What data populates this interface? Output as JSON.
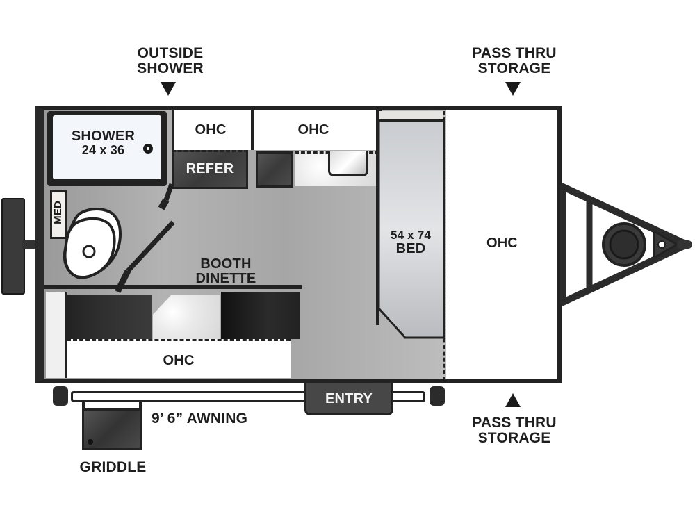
{
  "callouts": {
    "outside_shower": [
      "OUTSIDE",
      "SHOWER"
    ],
    "pass_thru_top": [
      "PASS THRU",
      "STORAGE"
    ],
    "pass_thru_bottom": [
      "PASS THRU",
      "STORAGE"
    ],
    "awning": "9’ 6” AWNING",
    "griddle": "GRIDDLE"
  },
  "rooms": {
    "shower": [
      "SHOWER",
      "24 x 36"
    ],
    "ohc_top_left": "OHC",
    "ohc_top_mid": "OHC",
    "refer": "REFER",
    "med": "MED",
    "dinette": [
      "BOOTH",
      "DINETTE"
    ],
    "ohc_bottom": "OHC",
    "bed": [
      "54 x 74",
      "BED"
    ],
    "ohc_front": "OHC",
    "entry": "ENTRY"
  },
  "colors": {
    "wall": "#222222",
    "floor": "#a9a9a9",
    "cabinet": "#ffffff",
    "appliance": "#454545"
  }
}
